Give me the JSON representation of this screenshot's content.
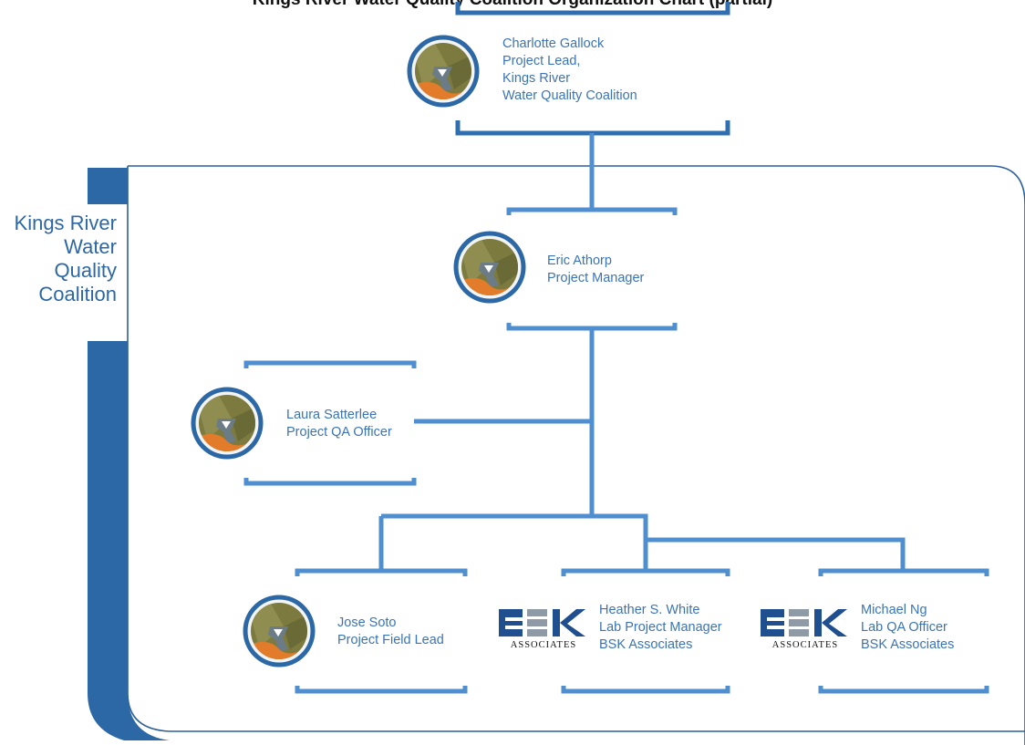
{
  "title": "Kings River Water Quality Coalition Organization Chart (partial)",
  "organization_label": [
    "Kings River",
    "Water",
    "Quality",
    "Coalition"
  ],
  "people": [
    {
      "id": "charlotte",
      "lines": [
        "Charlotte Gallock",
        "Project Lead,",
        "Kings River",
        "Water Quality Coalition"
      ],
      "logo": "kings-river-icon"
    },
    {
      "id": "eric",
      "lines": [
        "Eric Athorp",
        "Project Manager"
      ],
      "logo": "kings-river-icon"
    },
    {
      "id": "laura",
      "lines": [
        "Laura Satterlee",
        "Project QA Officer"
      ],
      "logo": "kings-river-icon"
    },
    {
      "id": "jose",
      "lines": [
        "Jose Soto",
        "Project Field Lead"
      ],
      "logo": "kings-river-icon"
    },
    {
      "id": "heather",
      "lines": [
        "Heather S. White",
        "Lab Project Manager",
        "BSK Associates"
      ],
      "logo": "bsk-associates-logo"
    },
    {
      "id": "michael",
      "lines": [
        "Michael Ng",
        "Lab QA Officer",
        "BSK Associates"
      ],
      "logo": "bsk-associates-logo"
    }
  ],
  "bsk_logo_text": {
    "mark": "BSK",
    "sub": "ASSOCIATES"
  },
  "colors": {
    "line": "#4f8fd0",
    "dark_line": "#2f6fb1",
    "frame": "#2c5f9b",
    "text": "#3b74b5"
  }
}
